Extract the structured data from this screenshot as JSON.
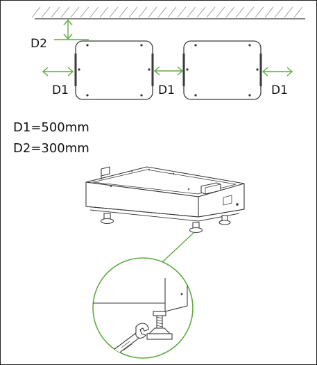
{
  "labels": {
    "d2": "D2",
    "d1_left": "D1",
    "d1_middle": "D1",
    "d1_right": "D1"
  },
  "specs": {
    "d1": "D1=500mm",
    "d2": "D2=300mm"
  },
  "colors": {
    "accent": "#5dab3f",
    "line": "#3a3a3a",
    "hatch": "#9a9a9a"
  }
}
